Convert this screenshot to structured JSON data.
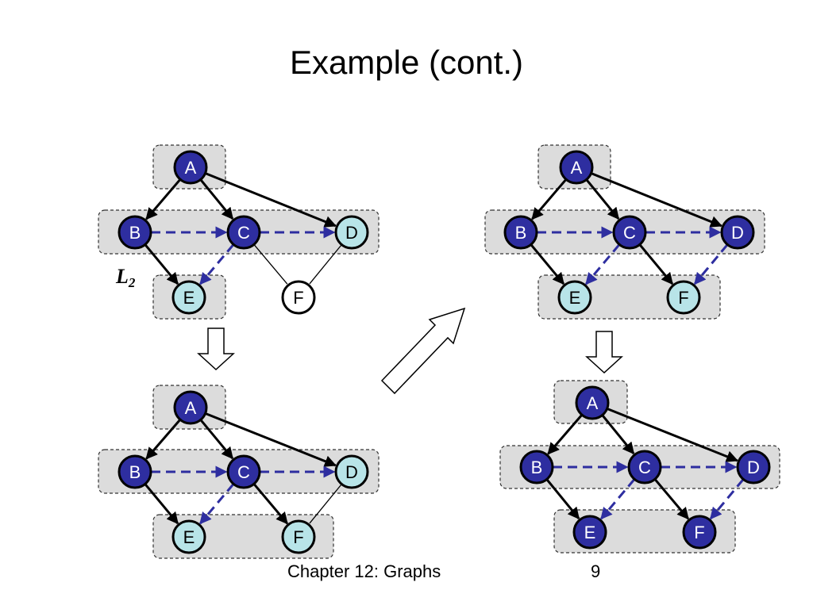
{
  "slide": {
    "title": "Example (cont.)",
    "chapter": "Chapter 12: Graphs",
    "page_number": "9",
    "level_label": "L",
    "level_subscript": "2"
  },
  "colors": {
    "visited": "#2e2ea0",
    "frontier": "#b8e4e8",
    "unvisited": "#ffffff",
    "group_fill": "#dcdcdc",
    "dashed_edge": "#2e2ea0",
    "edge": "#000000"
  },
  "diagrams": [
    {
      "id": "top-left",
      "nodes": [
        {
          "id": "A",
          "label": "A",
          "state": "visited"
        },
        {
          "id": "B",
          "label": "B",
          "state": "visited"
        },
        {
          "id": "C",
          "label": "C",
          "state": "visited"
        },
        {
          "id": "D",
          "label": "D",
          "state": "frontier"
        },
        {
          "id": "E",
          "label": "E",
          "state": "frontier"
        },
        {
          "id": "F",
          "label": "F",
          "state": "unvisited"
        }
      ],
      "edges": [
        {
          "from": "A",
          "to": "B",
          "style": "arrow"
        },
        {
          "from": "A",
          "to": "C",
          "style": "arrow"
        },
        {
          "from": "A",
          "to": "D",
          "style": "arrow"
        },
        {
          "from": "B",
          "to": "E",
          "style": "arrow"
        },
        {
          "from": "B",
          "to": "C",
          "style": "dashed-arrow"
        },
        {
          "from": "C",
          "to": "D",
          "style": "dashed-arrow"
        },
        {
          "from": "C",
          "to": "E",
          "style": "dashed-arrow"
        },
        {
          "from": "C",
          "to": "F",
          "style": "line"
        },
        {
          "from": "D",
          "to": "F",
          "style": "line"
        }
      ]
    },
    {
      "id": "bottom-left",
      "nodes": [
        {
          "id": "A",
          "label": "A",
          "state": "visited"
        },
        {
          "id": "B",
          "label": "B",
          "state": "visited"
        },
        {
          "id": "C",
          "label": "C",
          "state": "visited"
        },
        {
          "id": "D",
          "label": "D",
          "state": "frontier"
        },
        {
          "id": "E",
          "label": "E",
          "state": "frontier"
        },
        {
          "id": "F",
          "label": "F",
          "state": "frontier"
        }
      ],
      "edges": [
        {
          "from": "A",
          "to": "B",
          "style": "arrow"
        },
        {
          "from": "A",
          "to": "C",
          "style": "arrow"
        },
        {
          "from": "A",
          "to": "D",
          "style": "arrow"
        },
        {
          "from": "B",
          "to": "E",
          "style": "arrow"
        },
        {
          "from": "B",
          "to": "C",
          "style": "dashed-arrow"
        },
        {
          "from": "C",
          "to": "D",
          "style": "dashed-arrow"
        },
        {
          "from": "C",
          "to": "E",
          "style": "dashed-arrow"
        },
        {
          "from": "C",
          "to": "F",
          "style": "arrow"
        },
        {
          "from": "D",
          "to": "F",
          "style": "line"
        }
      ]
    },
    {
      "id": "top-right",
      "nodes": [
        {
          "id": "A",
          "label": "A",
          "state": "visited"
        },
        {
          "id": "B",
          "label": "B",
          "state": "visited"
        },
        {
          "id": "C",
          "label": "C",
          "state": "visited"
        },
        {
          "id": "D",
          "label": "D",
          "state": "visited"
        },
        {
          "id": "E",
          "label": "E",
          "state": "frontier"
        },
        {
          "id": "F",
          "label": "F",
          "state": "frontier"
        }
      ],
      "edges": [
        {
          "from": "A",
          "to": "B",
          "style": "arrow"
        },
        {
          "from": "A",
          "to": "C",
          "style": "arrow"
        },
        {
          "from": "A",
          "to": "D",
          "style": "arrow"
        },
        {
          "from": "B",
          "to": "E",
          "style": "arrow"
        },
        {
          "from": "B",
          "to": "C",
          "style": "dashed-arrow"
        },
        {
          "from": "C",
          "to": "D",
          "style": "dashed-arrow"
        },
        {
          "from": "C",
          "to": "E",
          "style": "dashed-arrow"
        },
        {
          "from": "C",
          "to": "F",
          "style": "arrow"
        },
        {
          "from": "D",
          "to": "F",
          "style": "dashed-arrow"
        }
      ]
    },
    {
      "id": "bottom-right",
      "nodes": [
        {
          "id": "A",
          "label": "A",
          "state": "visited"
        },
        {
          "id": "B",
          "label": "B",
          "state": "visited"
        },
        {
          "id": "C",
          "label": "C",
          "state": "visited"
        },
        {
          "id": "D",
          "label": "D",
          "state": "visited"
        },
        {
          "id": "E",
          "label": "E",
          "state": "visited"
        },
        {
          "id": "F",
          "label": "F",
          "state": "visited"
        }
      ],
      "edges": [
        {
          "from": "A",
          "to": "B",
          "style": "arrow"
        },
        {
          "from": "A",
          "to": "C",
          "style": "arrow"
        },
        {
          "from": "A",
          "to": "D",
          "style": "arrow"
        },
        {
          "from": "B",
          "to": "E",
          "style": "arrow"
        },
        {
          "from": "B",
          "to": "C",
          "style": "dashed-arrow"
        },
        {
          "from": "C",
          "to": "D",
          "style": "dashed-arrow"
        },
        {
          "from": "C",
          "to": "E",
          "style": "dashed-arrow"
        },
        {
          "from": "C",
          "to": "F",
          "style": "arrow"
        },
        {
          "from": "D",
          "to": "F",
          "style": "dashed-arrow"
        }
      ]
    }
  ]
}
